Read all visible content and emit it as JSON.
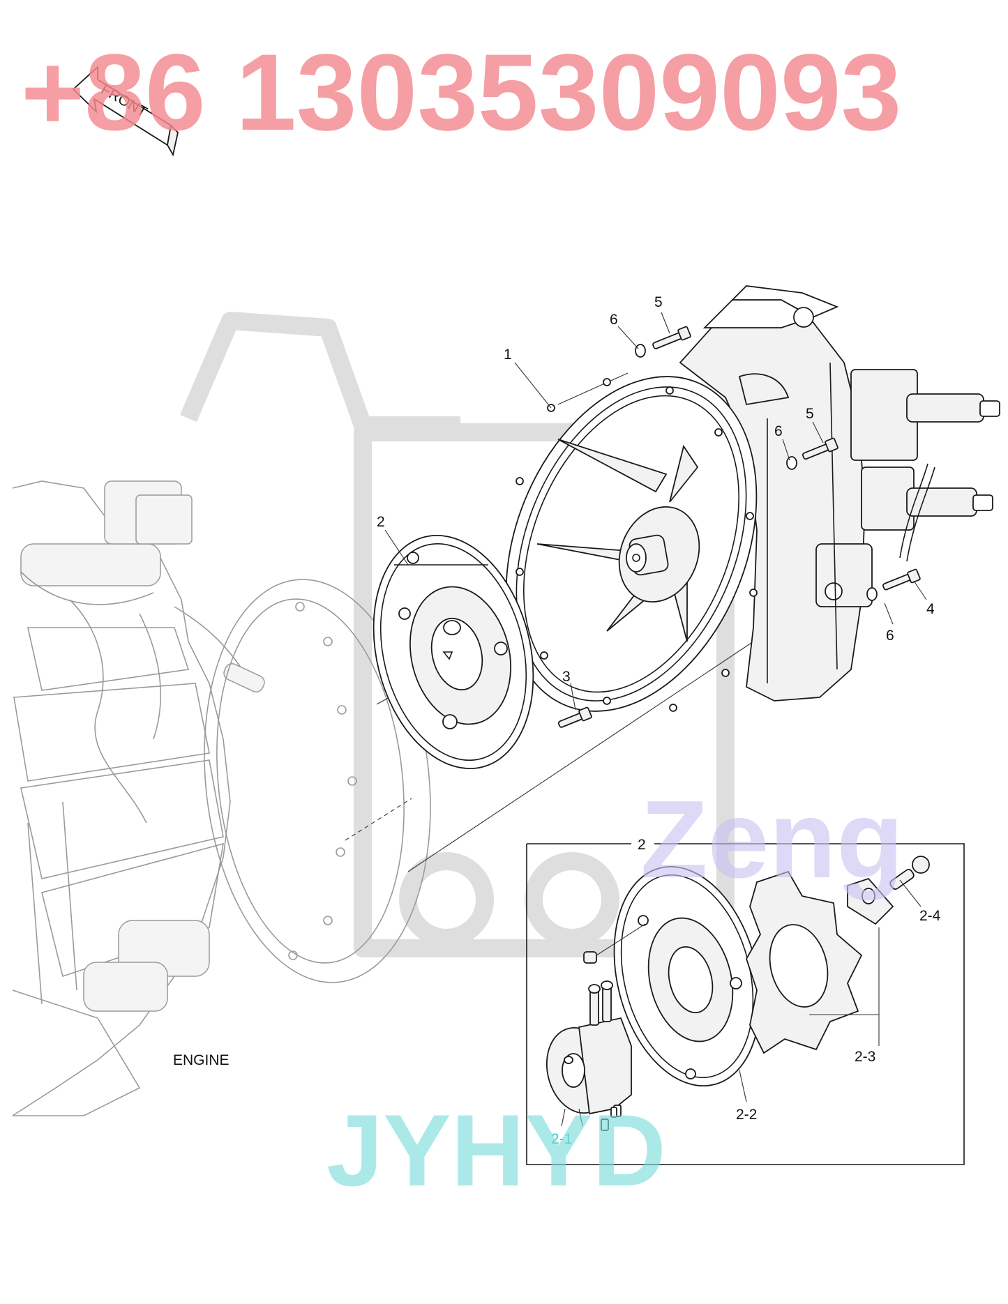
{
  "watermarks": {
    "phone": "+86 13035309093",
    "brand_logo": "Zeng",
    "company": "JYHYD"
  },
  "orientation": {
    "front_label": "FRONT"
  },
  "labels": {
    "engine": "ENGINE",
    "item_1": "1",
    "item_2": "2",
    "item_3": "3",
    "item_4": "4",
    "item_5_top": "5",
    "item_5_mid": "5",
    "item_6_top": "6",
    "item_6_mid": "6",
    "item_6_low": "6",
    "detail_box": "2",
    "item_2_1": "2-1",
    "item_2_2": "2-2",
    "item_2_3": "2-3",
    "item_2_4": "2-4"
  },
  "colors": {
    "phone_watermark": "#f4898f",
    "brand_watermark": "#c9c2f3",
    "company_watermark": "#79dcdc",
    "line_art": "#1a1a1a",
    "engine_line_art": "#9a9a9a"
  }
}
